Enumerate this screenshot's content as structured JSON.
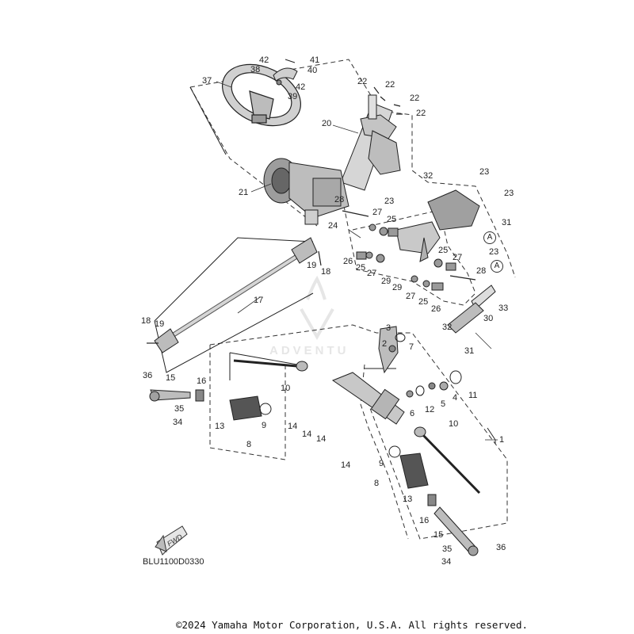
{
  "diagram_code": "BLU1100D0330",
  "copyright": "©2024 Yamaha Motor Corporation, U.S.A. All rights reserved.",
  "fwd_label": "FWD",
  "watermark_text": "ADVENTU",
  "circle_marker": "A",
  "callouts": {
    "c37": "37",
    "c38": "38",
    "c42a": "42",
    "c41": "41",
    "c40": "40",
    "c42b": "42",
    "c39": "39",
    "c22a": "22",
    "c22b": "22",
    "c22c": "22",
    "c22d": "22",
    "c20": "20",
    "c21": "21",
    "c32a": "32",
    "c23a": "23",
    "c23b": "23",
    "c23c": "23",
    "c31a": "31",
    "c23d": "23",
    "c28a": "28",
    "c27a": "27",
    "c25a": "25",
    "c24": "24",
    "c26a": "26",
    "c25b": "25",
    "c27b": "27",
    "c29a": "29",
    "c29b": "29",
    "c27c": "27",
    "c25c": "25",
    "c26b": "26",
    "c27d": "27",
    "c25d": "25",
    "c28b": "28",
    "c33": "33",
    "c30": "30",
    "c32b": "32",
    "c31b": "31",
    "c19a": "19",
    "c18a": "18",
    "c17": "17",
    "c18b": "18",
    "c19b": "19",
    "c3": "3",
    "c2": "2",
    "c7": "7",
    "c36a": "36",
    "c15a": "15",
    "c16a": "16",
    "c10a": "10",
    "c35a": "35",
    "c34a": "34",
    "c13a": "13",
    "c9a": "9",
    "c8a": "8",
    "c14a": "14",
    "c14b": "14",
    "c14c": "14",
    "c14d": "14",
    "c6": "6",
    "c12": "12",
    "c5": "5",
    "c4": "4",
    "c11": "11",
    "c10b": "10",
    "c1": "1",
    "c9b": "9",
    "c8b": "8",
    "c13b": "13",
    "c16b": "16",
    "c15b": "15",
    "c35b": "35",
    "c36b": "36",
    "c34b": "34"
  },
  "colors": {
    "line": "#222222",
    "part_fill": "#d9d9d9",
    "part_dark": "#8a8a8a"
  }
}
